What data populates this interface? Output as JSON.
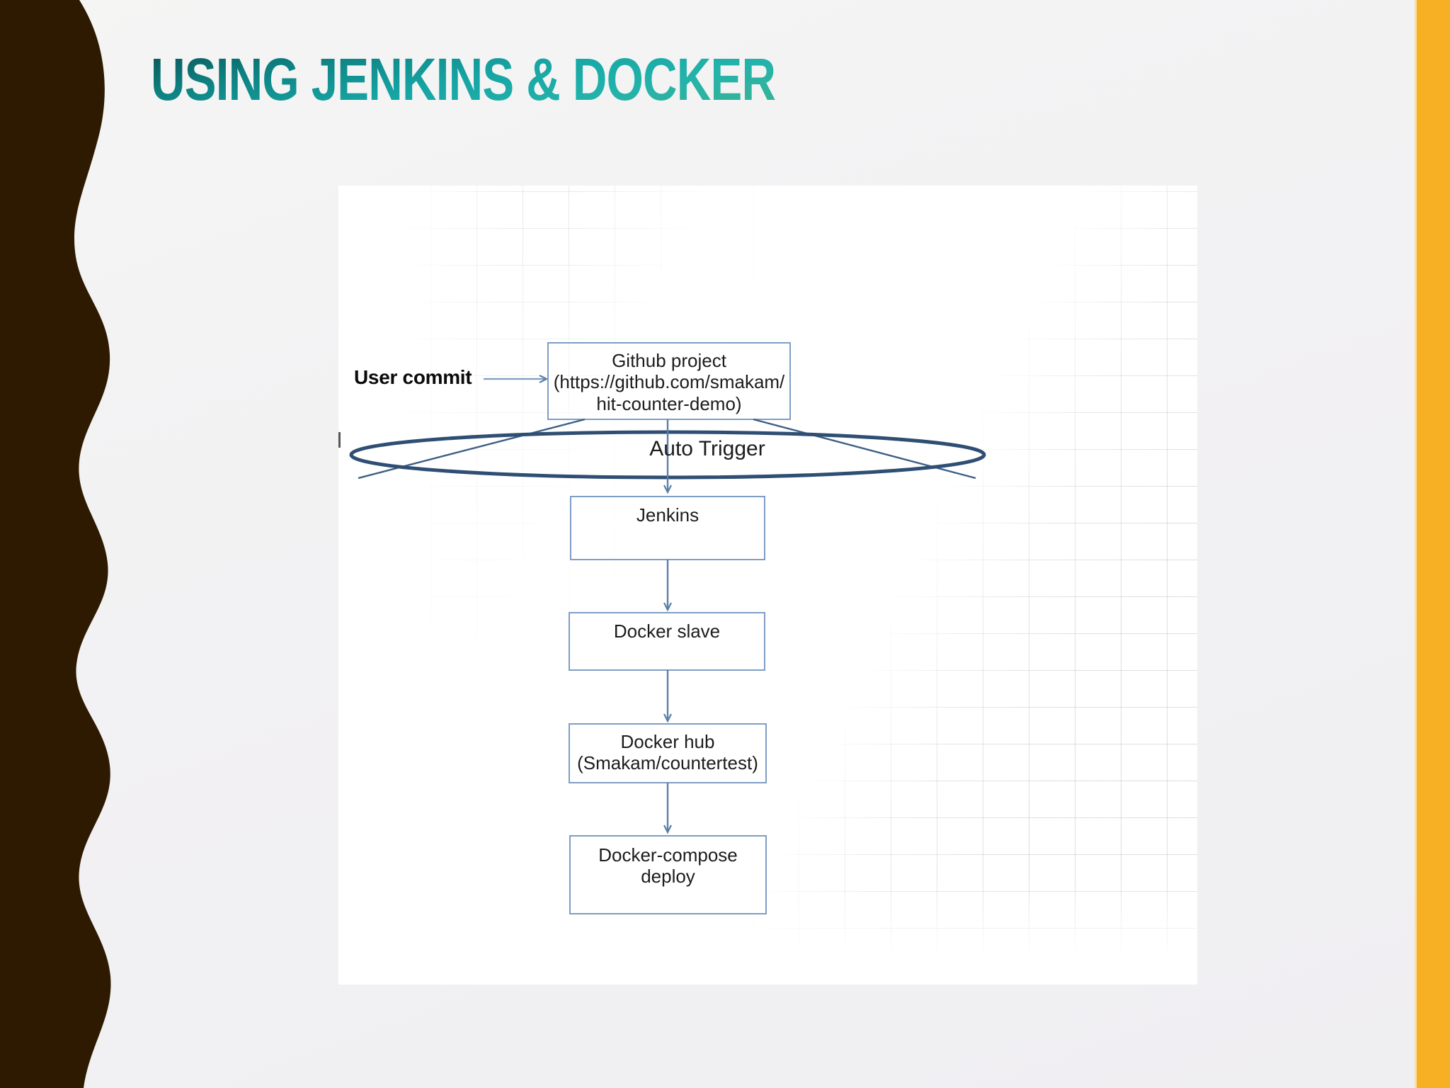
{
  "slide": {
    "title": "USING JENKINS & DOCKER",
    "title_gradient_from": "#0a5254",
    "title_gradient_to": "#3ab392",
    "background": "#f2f1f3",
    "left_band_color": "#2d1a00",
    "right_bar_color": "#f7b024"
  },
  "diagram": {
    "type": "flowchart",
    "actor_label": "User commit",
    "trigger_label": "Auto Trigger",
    "node_stroke": "#7e9ec4",
    "arrow_color": "#5a7fa6",
    "ellipse_stroke": "#2e4e73",
    "nodes": [
      {
        "id": "github",
        "label": "Github project\n(https://github.com/smakam/\nhit-counter-demo)"
      },
      {
        "id": "jenkins",
        "label": "Jenkins"
      },
      {
        "id": "slave",
        "label": "Docker slave"
      },
      {
        "id": "hub",
        "label": "Docker hub\n(Smakam/countertest)"
      },
      {
        "id": "deploy",
        "label": "Docker-compose\ndeploy"
      }
    ],
    "edges": [
      {
        "from": "user-commit",
        "to": "github",
        "style": "arrow-right"
      },
      {
        "from": "github",
        "to": "jenkins",
        "style": "arrow-down"
      },
      {
        "from": "jenkins",
        "to": "slave",
        "style": "arrow-down"
      },
      {
        "from": "slave",
        "to": "hub",
        "style": "arrow-down"
      },
      {
        "from": "hub",
        "to": "deploy",
        "style": "arrow-down"
      }
    ]
  }
}
